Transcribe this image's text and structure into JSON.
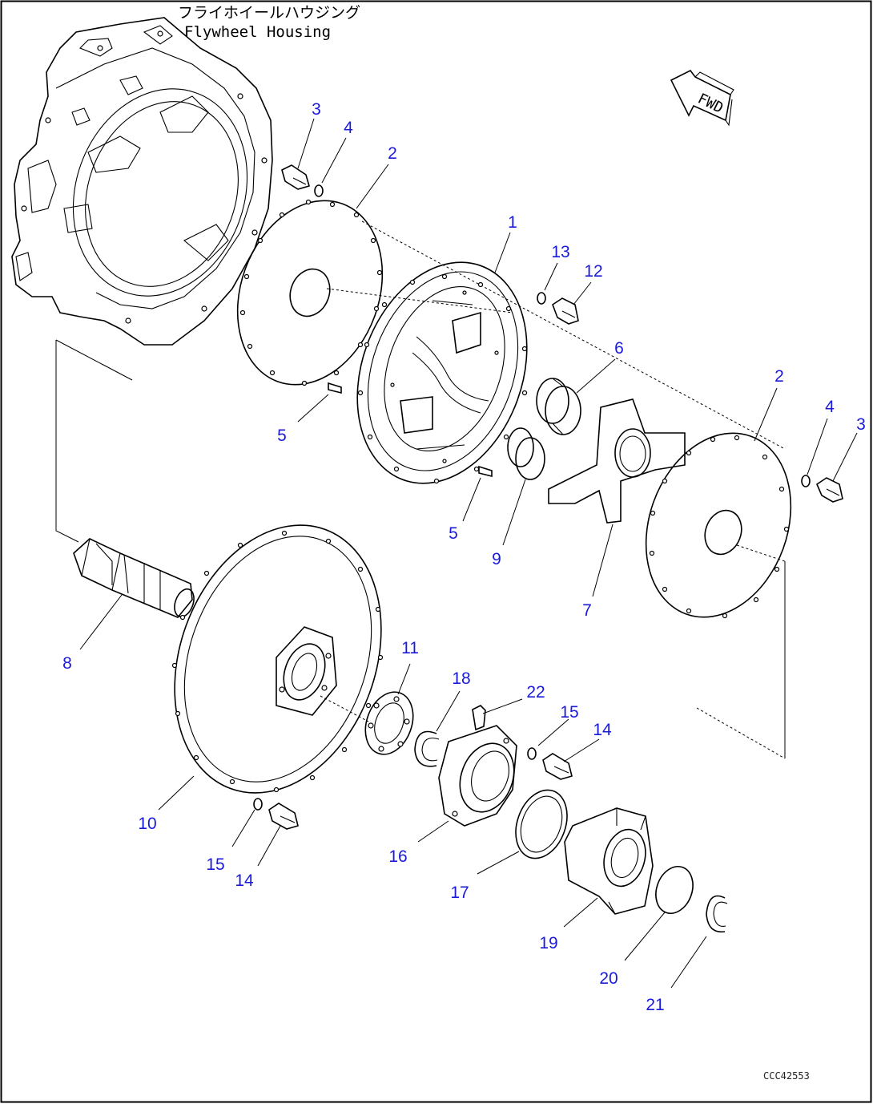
{
  "title_jp": "フライホイールハウジング",
  "title_en": "Flywheel Housing",
  "fwd_label": "FWD",
  "drawing_code": "CCC42553",
  "callouts": [
    {
      "label": "1"
    },
    {
      "label": "2"
    },
    {
      "label": "2"
    },
    {
      "label": "3"
    },
    {
      "label": "3"
    },
    {
      "label": "4"
    },
    {
      "label": "4"
    },
    {
      "label": "5"
    },
    {
      "label": "5"
    },
    {
      "label": "6"
    },
    {
      "label": "7"
    },
    {
      "label": "8"
    },
    {
      "label": "9"
    },
    {
      "label": "10"
    },
    {
      "label": "11"
    },
    {
      "label": "12"
    },
    {
      "label": "13"
    },
    {
      "label": "14"
    },
    {
      "label": "14"
    },
    {
      "label": "15"
    },
    {
      "label": "15"
    },
    {
      "label": "16"
    },
    {
      "label": "17"
    },
    {
      "label": "18"
    },
    {
      "label": "19"
    },
    {
      "label": "20"
    },
    {
      "label": "21"
    },
    {
      "label": "22"
    }
  ]
}
